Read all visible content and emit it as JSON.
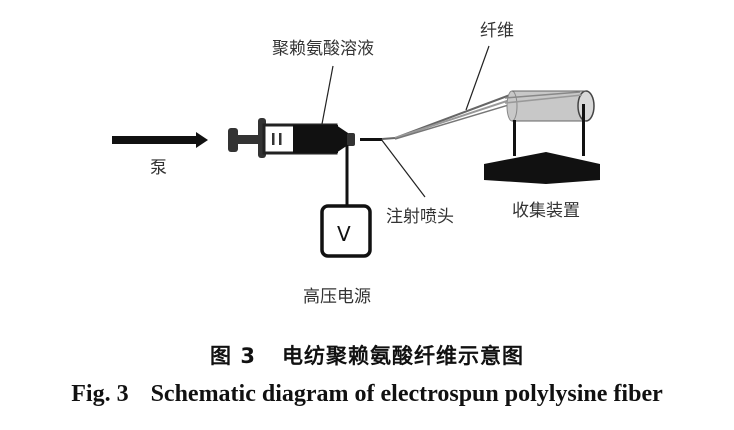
{
  "labels": {
    "pump": "泵",
    "solution": "聚赖氨酸溶液",
    "fiber": "纤维",
    "nozzle": "注射喷头",
    "collector": "收集装置",
    "power_supply": "高压电源",
    "voltage_symbol": "V"
  },
  "caption": {
    "cn_number": "图 3",
    "cn_title": "电纺聚赖氨酸纤维示意图",
    "en_number": "Fig. 3",
    "en_title": "Schematic diagram of electrospun polylysine fiber"
  },
  "colors": {
    "ink": "#1a1a1a",
    "drum_fill": "#c8c8c8",
    "background": "#ffffff"
  }
}
